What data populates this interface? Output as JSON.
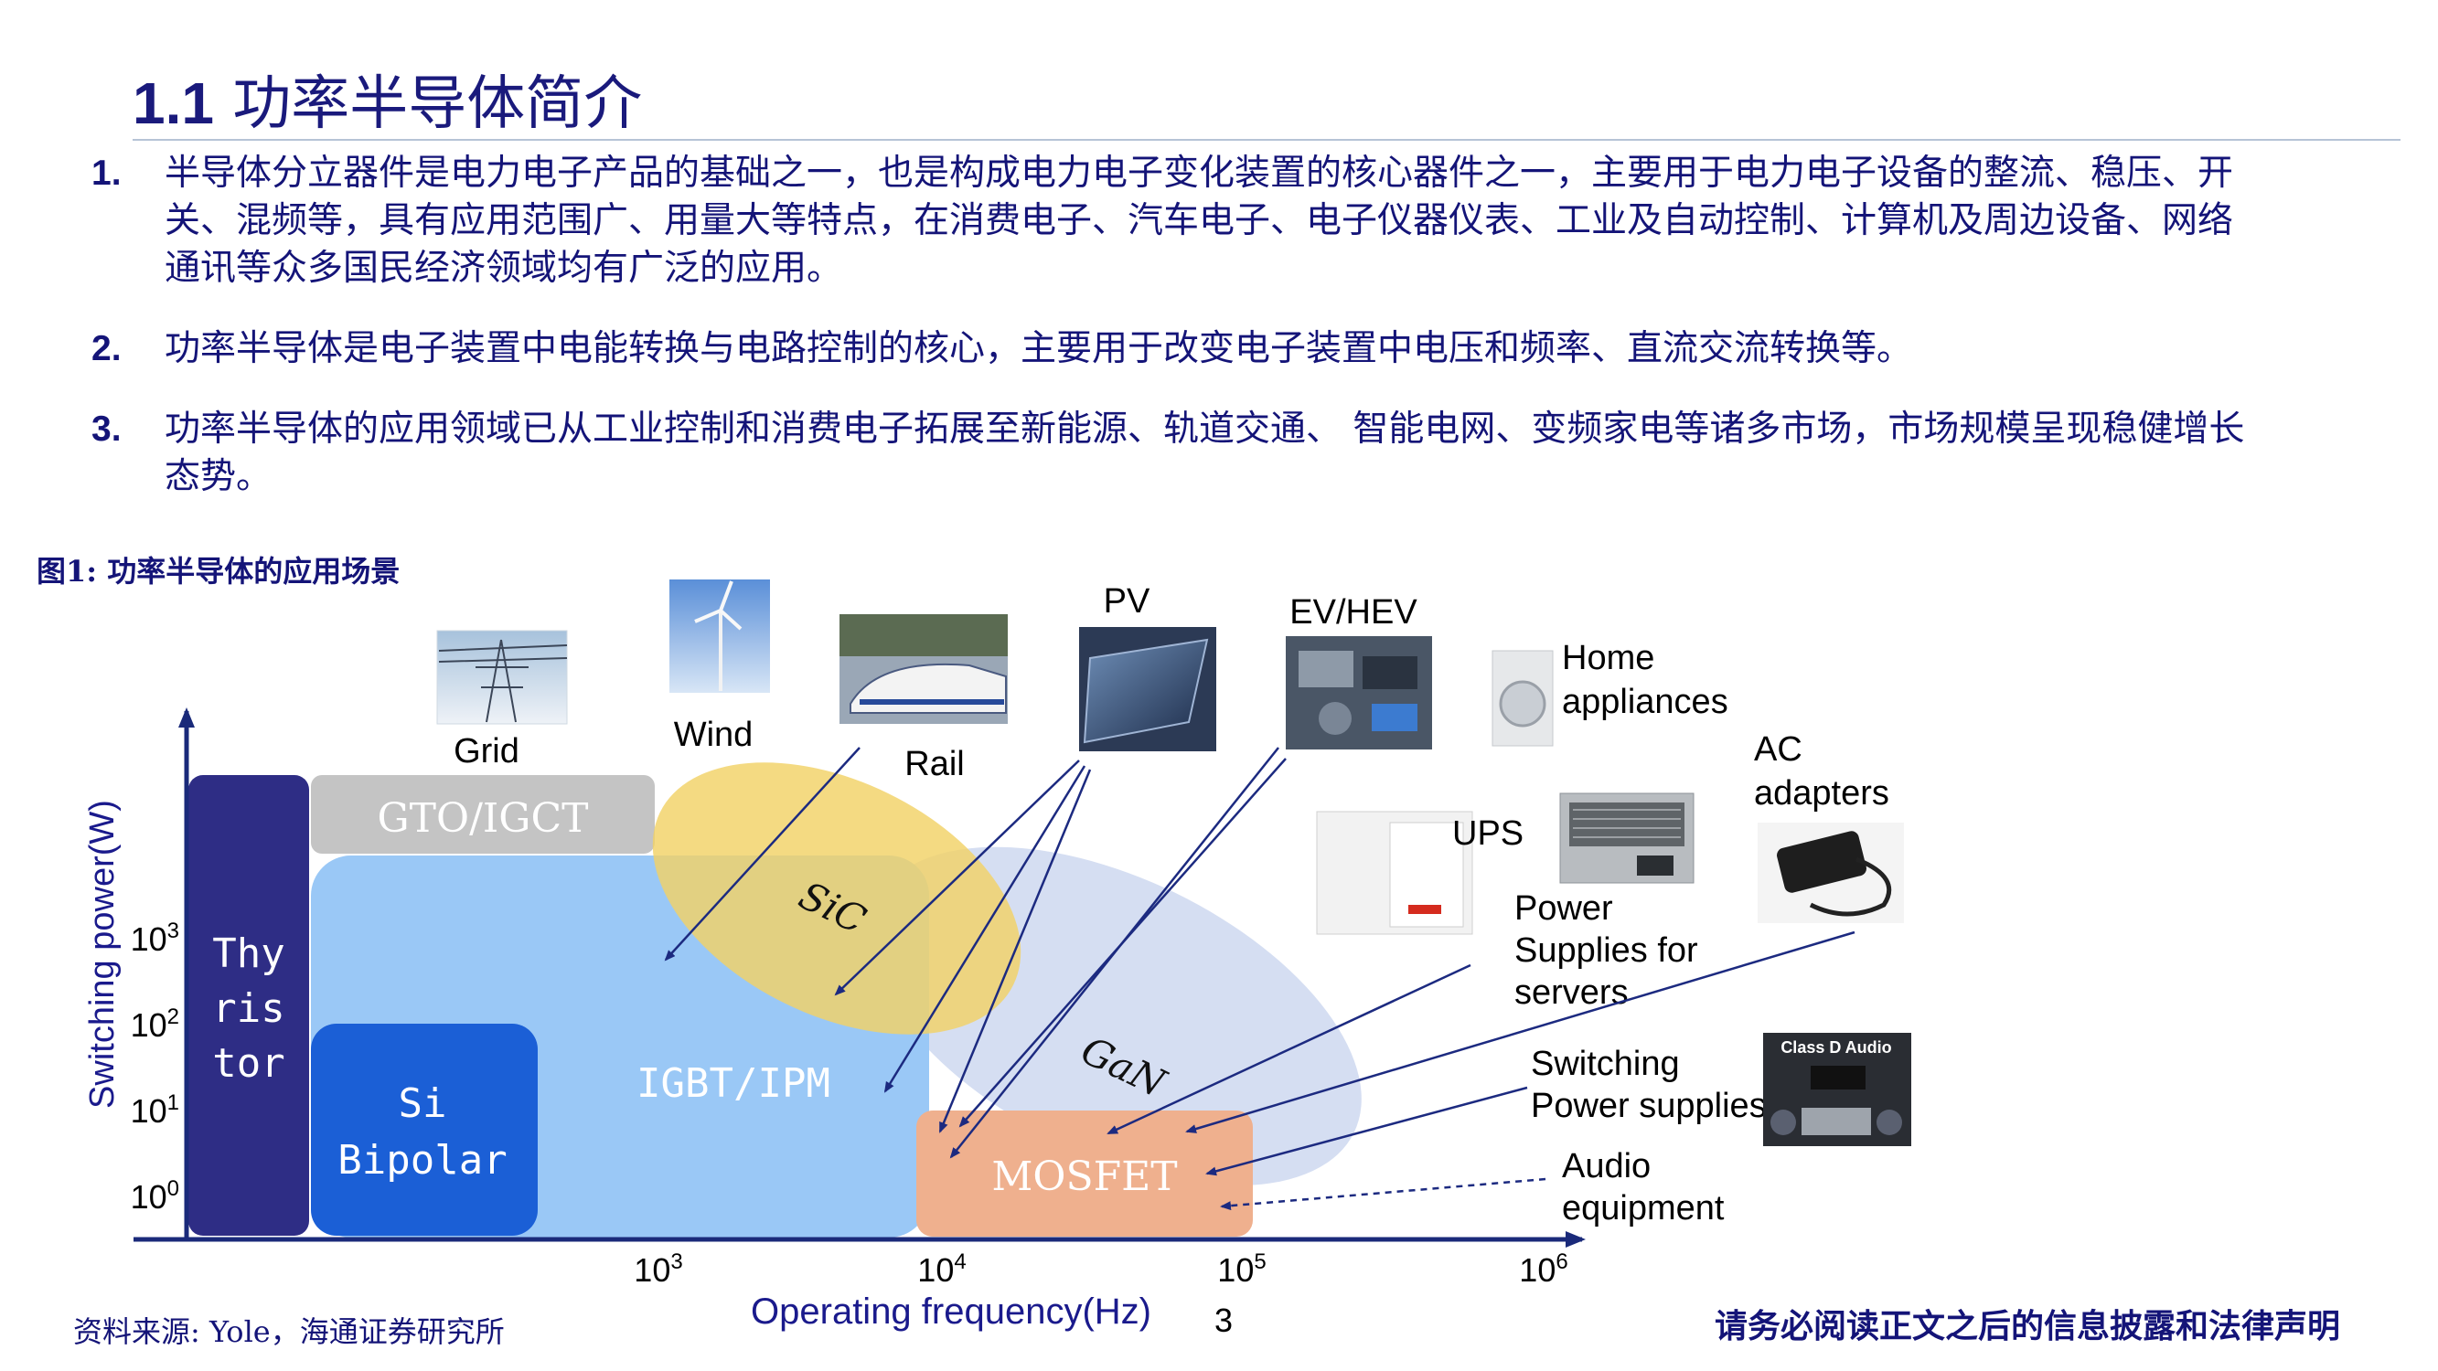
{
  "title": {
    "number": "1.1",
    "text": "功率半导体简介"
  },
  "bullets": [
    {
      "num": "1.",
      "text": "半导体分立器件是电力电子产品的基础之一，也是构成电力电子变化装置的核心器件之一，主要用于电力电子设备的整流、稳压、开关、混频等，具有应用范围广、用量大等特点，在消费电子、汽车电子、电子仪器仪表、工业及自动控制、计算机及周边设备、网络通讯等众多国民经济领域均有广泛的应用。"
    },
    {
      "num": "2.",
      "text": "功率半导体是电子装置中电能转换与电路控制的核心，主要用于改变电子装置中电压和频率、直流交流转换等。"
    },
    {
      "num": "3.",
      "text": "功率半导体的应用领域已从工业控制和消费电子拓展至新能源、轨道交通、 智能电网、变频家电等诸多市场，市场规模呈现稳健增长态势。"
    }
  ],
  "figure": {
    "caption": "图1:  功率半导体的应用场景",
    "y_axis_label": "Switching power(W)",
    "x_axis_label": "Operating frequency(Hz)",
    "y_ticks": [
      {
        "base": "10",
        "exp": "3"
      },
      {
        "base": "10",
        "exp": "2"
      },
      {
        "base": "10",
        "exp": "1"
      },
      {
        "base": "10",
        "exp": "0"
      }
    ],
    "x_ticks": [
      {
        "base": "10",
        "exp": "3"
      },
      {
        "base": "10",
        "exp": "4"
      },
      {
        "base": "10",
        "exp": "5"
      },
      {
        "base": "10",
        "exp": "6"
      }
    ],
    "devices": {
      "thyristor": [
        "Thy",
        "ris",
        "tor"
      ],
      "gto": "GTO/IGCT",
      "si_bipolar": [
        "Si",
        "Bipolar"
      ],
      "igbt": "IGBT/IPM",
      "mosfet": "MOSFET",
      "sic": "SiC",
      "gan": "GaN"
    },
    "applications": {
      "grid": "Grid",
      "wind": "Wind",
      "rail": "Rail",
      "pv": "PV",
      "ev": "EV/HEV",
      "home": [
        "Home",
        "appliances"
      ],
      "ups": "UPS",
      "ac": [
        "AC",
        "adapters"
      ],
      "power_servers": [
        "Power",
        "Supplies for",
        "servers"
      ],
      "switching": [
        "Switching",
        "Power supplies"
      ],
      "audio": [
        "Audio",
        "equipment"
      ],
      "class_d": "Class D Audio"
    },
    "colors": {
      "thyristor": "#2e2d85",
      "gto": "#c4c4c4",
      "igbt": "#9ac8f6",
      "si_bipolar": "#1b5fd6",
      "mosfet": "#efb08e",
      "sic": "#f2d266",
      "gan": "#c7d3ee",
      "arrow": "#1c2a80",
      "text_navy": "#141478"
    }
  },
  "footer": {
    "source": "资料来源:  Yole，海通证券研究所",
    "page": "3",
    "disclaimer": "请务必阅读正文之后的信息披露和法律声明"
  }
}
